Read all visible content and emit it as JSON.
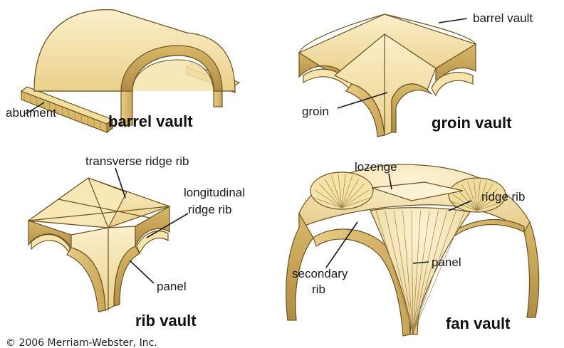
{
  "colors": {
    "stone_light": "#f7e8b8",
    "stone_mid": "#ecd28c",
    "stone_dark": "#c9a55a",
    "stone_shadow": "#a8843e",
    "outline": "#6b5424",
    "text": "#1a1a1a"
  },
  "diagrams": {
    "barrel": {
      "title": "barrel vault",
      "labels": {
        "abutment": "abutment"
      }
    },
    "groin": {
      "title": "groin vault",
      "labels": {
        "barrel_vault": "barrel vault",
        "groin": "groin"
      }
    },
    "rib": {
      "title": "rib vault",
      "labels": {
        "transverse": "transverse ridge rib",
        "longitudinal_1": "longitudinal",
        "longitudinal_2": "ridge rib",
        "panel": "panel"
      }
    },
    "fan": {
      "title": "fan vault",
      "labels": {
        "lozenge": "lozenge",
        "ridge_rib": "ridge rib",
        "panel": "panel",
        "secondary_1": "secondary",
        "secondary_2": "rib"
      }
    }
  },
  "copyright": "© 2006 Merriam-Webster, Inc."
}
